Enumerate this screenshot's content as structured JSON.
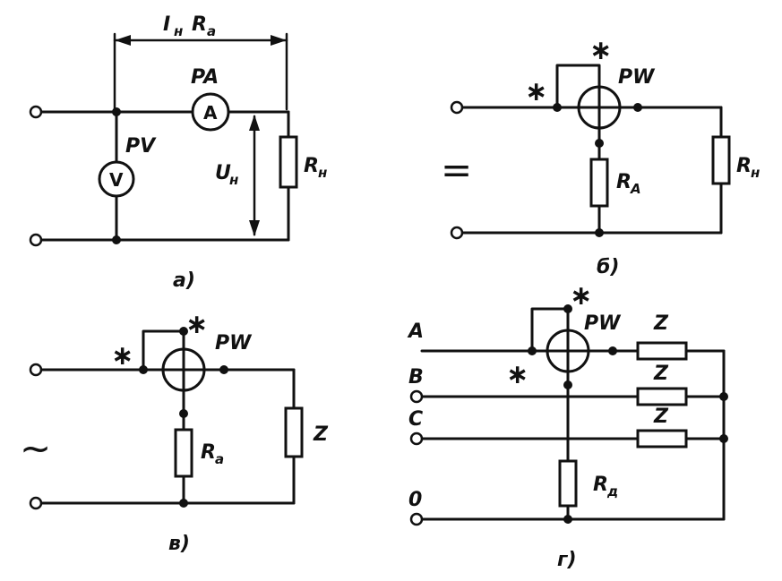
{
  "diagram_a": {
    "caption": "а)",
    "dim_label_main": "I",
    "dim_label_sub1": "н",
    "dim_label_main2": "R",
    "dim_label_sub2": "а",
    "ammeter_name": "PA",
    "ammeter_symbol": "A",
    "voltmeter_name": "PV",
    "voltmeter_symbol": "V",
    "voltage_main": "U",
    "voltage_sub": "н",
    "load_main": "R",
    "load_sub": "н"
  },
  "diagram_b": {
    "caption": "б)",
    "supply_symbol": "=",
    "wattmeter_name": "PW",
    "star": "∗",
    "resistor_main": "R",
    "resistor_sub": "A",
    "load_main": "R",
    "load_sub": "н"
  },
  "diagram_v": {
    "caption": "в)",
    "supply_symbol": "~",
    "wattmeter_name": "PW",
    "star": "∗",
    "resistor_main": "R",
    "resistor_sub": "a",
    "load": "Z"
  },
  "diagram_g": {
    "caption": "г)",
    "wattmeter_name": "PW",
    "star": "∗",
    "phases": [
      "A",
      "B",
      "C",
      "0"
    ],
    "load": "Z",
    "resistor_main": "R",
    "resistor_sub": "д"
  }
}
